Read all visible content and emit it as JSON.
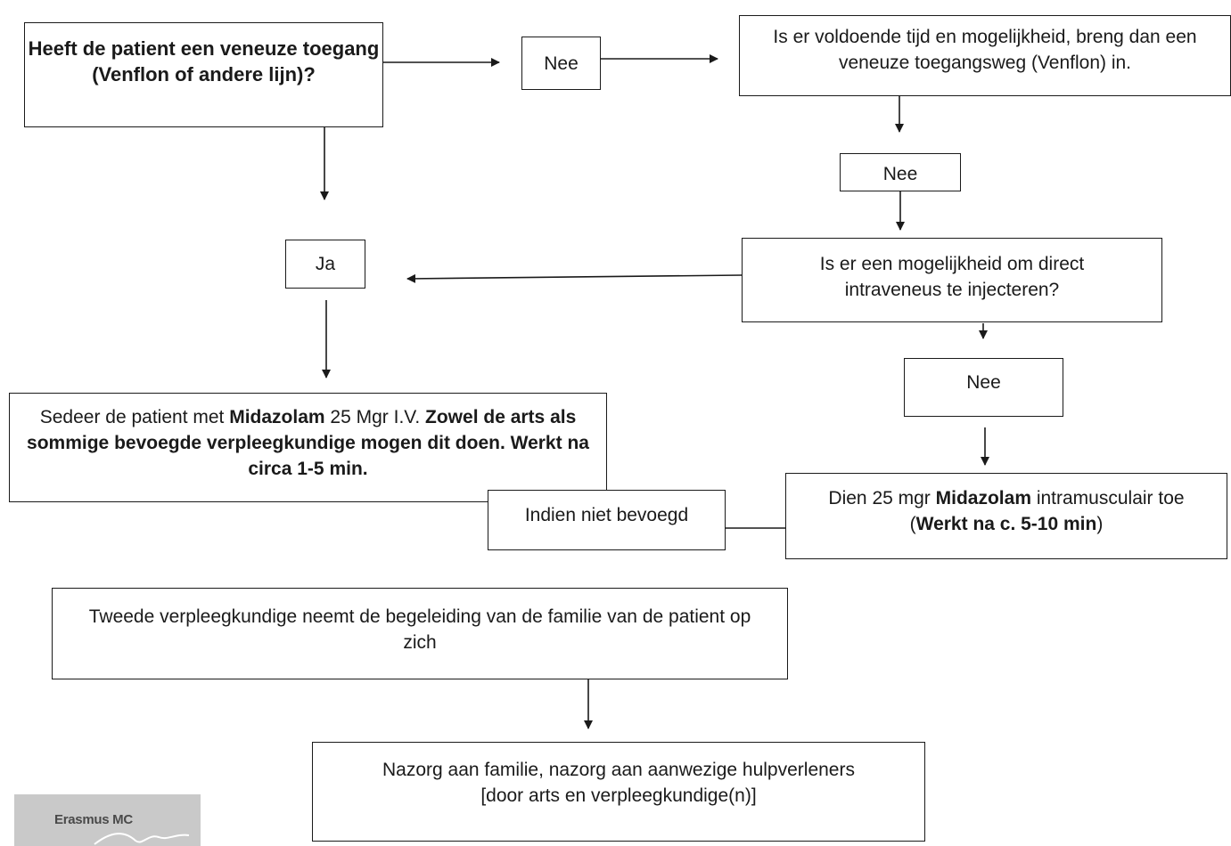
{
  "q_access": "Heeft de patient een veneuze toegang (Venflon of andere lijn)?",
  "label_nee_1": "Nee",
  "q_insert": "Is er voldoende tijd en mogelijkheid, breng dan een veneuze toegangsweg (Venflon) in.",
  "label_nee_2": "Nee",
  "label_ja": "Ja",
  "q_direct_iv": "Is er een mogelijkheid om direct intraveneus te injecteren?",
  "label_nee_3": "Nee",
  "sedate": {
    "t1": "Sedeer de patient met ",
    "b1": "Midazolam",
    "t2": " 25 Mgr I.V. ",
    "b2": "Zowel de arts als sommige bevoegde verpleegkundige mogen dit doen. Werkt na circa 1-5 min."
  },
  "label_indien": "Indien niet bevoegd",
  "im": {
    "t1": "Dien 25 mgr ",
    "b1": "Midazolam",
    "t2": " intramusculair toe (",
    "b2": "Werkt na c. 5-10  min",
    "t3": ")"
  },
  "family": "Tweede verpleegkundige neemt de begeleiding van de familie van de patient op zich",
  "aftercare_line1": "Nazorg aan familie, nazorg aan aanwezige hulpverleners",
  "aftercare_line2": "[door arts en verpleegkundige(n)]",
  "logo_text": "Erasmus MC",
  "colors": {
    "line": "#1a1a1a",
    "logo_bg": "#c9c9c9"
  }
}
